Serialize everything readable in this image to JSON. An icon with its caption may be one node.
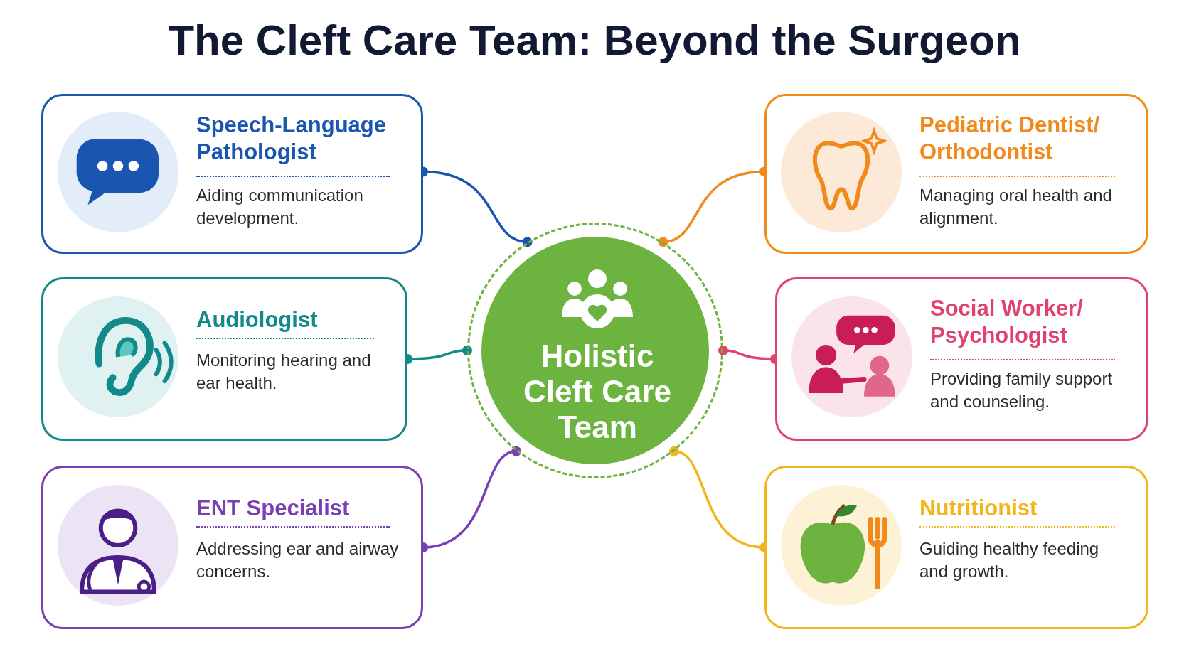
{
  "diagram": {
    "title": "The Cleft Care Team: Beyond the Surgeon",
    "nodes": [
      {
        "text": [
          "Speech-Language Pathologist",
          "Aiding communication development."
        ]
      },
      {
        "text": [
          "Pediatric Dentist/ Orthodontist",
          "Managing oral health and alignment."
        ]
      },
      {
        "text": [
          "Audiologist",
          "Monitoring hearing and ear health."
        ]
      },
      {
        "text": [
          "Holistic Cleft Care Team"
        ]
      },
      {
        "text": [
          "Social Worker/ Psychologist",
          "Providing family support and counseling."
        ]
      },
      {
        "text": [
          "ENT Specialist",
          "Addressing ear and airway concerns."
        ]
      },
      {
        "text": [
          "Nutritionist",
          "Guiding healthy feeding and growth."
        ]
      }
    ],
    "edges": [
      {
        "from": 0,
        "to": 3,
        "arrow": "other",
        "color": "#1a56b0"
      },
      {
        "from": 1,
        "to": 3,
        "arrow": "other",
        "color": "#f08a1c"
      },
      {
        "from": 2,
        "to": 3,
        "arrow": "other",
        "color": "#138a8a"
      },
      {
        "from": 4,
        "to": 3,
        "arrow": "other",
        "color": "#e0426e"
      },
      {
        "from": 5,
        "to": 3,
        "arrow": "other",
        "color": "#7b3fb5"
      },
      {
        "from": 6,
        "to": 3,
        "arrow": "other",
        "color": "#f2b51c"
      }
    ]
  }
}
